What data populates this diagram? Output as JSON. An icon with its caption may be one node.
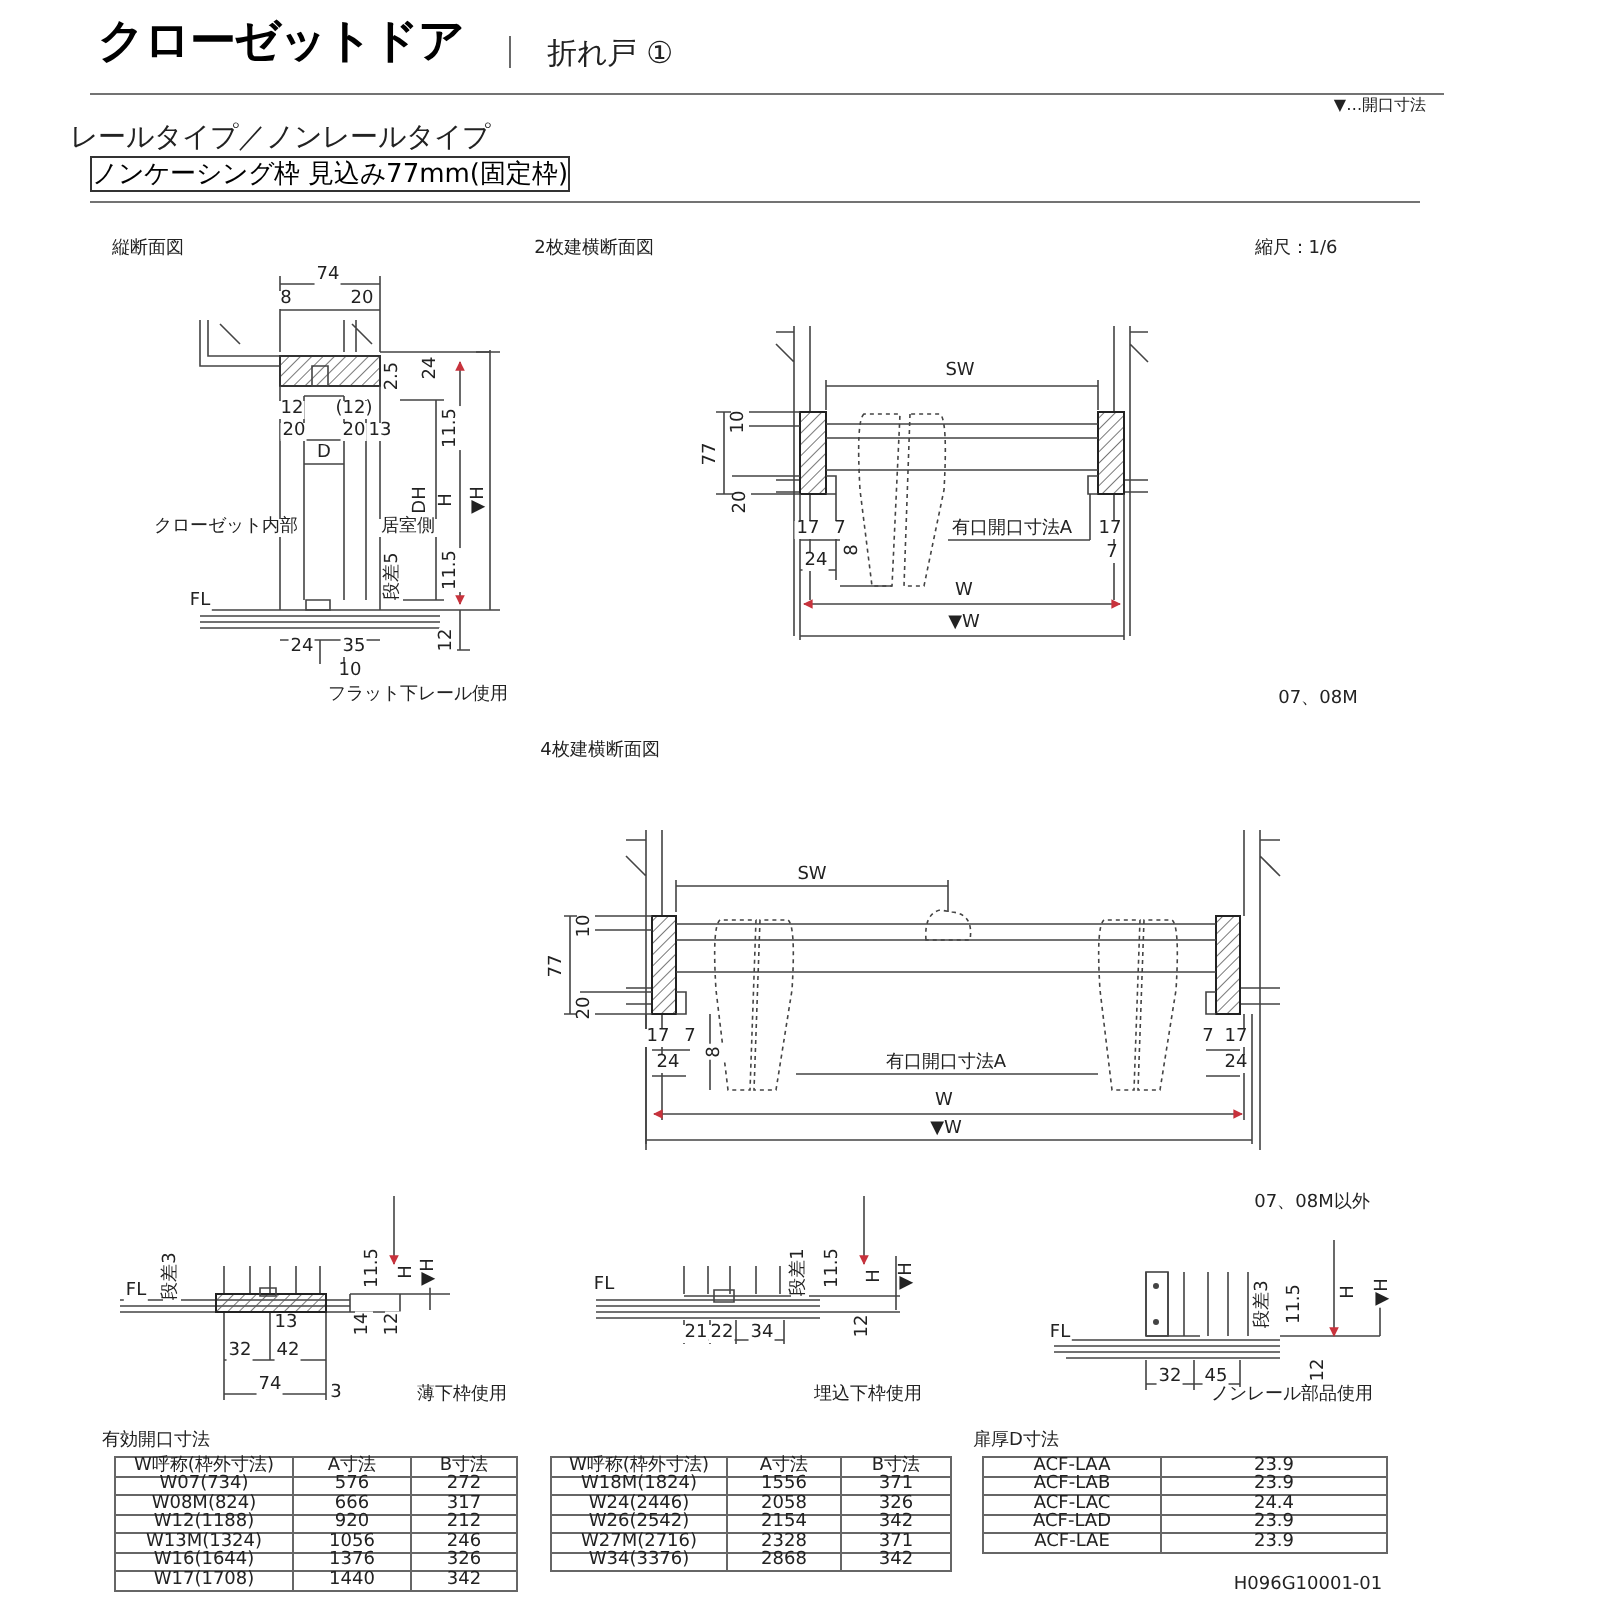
{
  "diagram": {
    "title": "クローゼットドア",
    "nodes": [
      {
        "text": [
          "ノンケーシング枠 見込み77mm(固定枠)"
        ]
      }
    ],
    "labels": [
      "折れ戸 ①",
      "▼…開口寸法",
      "レールタイプ／ノンレールタイプ",
      "縦断面図",
      "2枚建横断面図",
      "縮尺：1/6",
      "74",
      "8",
      "20",
      "2.5",
      "24",
      "12",
      "(12)",
      "20",
      "20",
      "13",
      "D",
      "11.5",
      "DH",
      "H",
      "▼H",
      "クローゼット内部",
      "居室側",
      "段差5",
      "11.5",
      "FL",
      "12",
      "24",
      "35",
      "10",
      "フラット下レール使用",
      "SW",
      "10",
      "77",
      "20",
      "17",
      "7",
      "8",
      "有口開口寸法A",
      "17",
      "24",
      "7",
      "W",
      "▼W",
      "07、08M",
      "4枚建横断面図",
      "SW",
      "10",
      "77",
      "20",
      "17",
      "7",
      "7",
      "17",
      "8",
      "24",
      "有口開口寸法A",
      "24",
      "W",
      "▼W",
      "07、08M以外",
      "段差3",
      "11.5",
      "H",
      "▼H",
      "FL",
      "13",
      "14",
      "12",
      "32",
      "42",
      "74",
      "3",
      "薄下枠使用",
      "段差1",
      "11.5",
      "H",
      "▼H",
      "FL",
      "12",
      "21",
      "22",
      "34",
      "埋込下枠使用",
      "段差3",
      "11.5",
      "H",
      "▼H",
      "FL",
      "32",
      "45",
      "12",
      "ノンレール部品使用",
      "有効開口寸法",
      "扉厚D寸法",
      "H096G10001-01",
      "W呼称(枠外寸法)",
      "A寸法",
      "B寸法",
      "W07(734)",
      "576",
      "272",
      "W08M(824)",
      "666",
      "317",
      "W12(1188)",
      "920",
      "212",
      "W13M(1324)",
      "1056",
      "246",
      "W16(1644)",
      "1376",
      "326",
      "W17(1708)",
      "1440",
      "342",
      "W呼称(枠外寸法)",
      "A寸法",
      "B寸法",
      "W18M(1824)",
      "1556",
      "371",
      "W24(2446)",
      "2058",
      "326",
      "W26(2542)",
      "2154",
      "342",
      "W27M(2716)",
      "2328",
      "371",
      "W34(3376)",
      "2868",
      "342",
      "ACF-LAA",
      "23.9",
      "ACF-LAB",
      "23.9",
      "ACF-LAC",
      "24.4",
      "ACF-LAD",
      "23.9",
      "ACF-LAE",
      "23.9"
    ]
  }
}
